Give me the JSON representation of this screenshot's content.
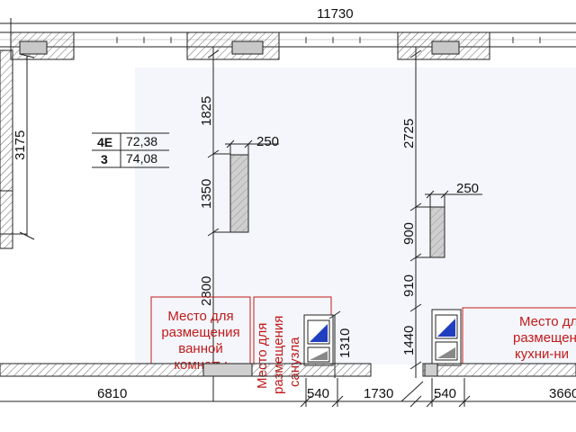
{
  "dimensions": {
    "top_total": "11730",
    "left_height": "3175",
    "col1_top": "1825",
    "col1_mid": "1350",
    "col1_bottom": "2800",
    "col2_top": "2725",
    "col2_mid": "900",
    "col2_lower": "910",
    "col2_bottom": "1440",
    "pillar1_width": "250",
    "pillar2_width": "250",
    "shaft_height": "1310",
    "bottom_left": "6810",
    "bottom_540_a": "540",
    "bottom_1730": "1730",
    "bottom_540_b": "540",
    "bottom_right": "3660"
  },
  "apartment": {
    "type_code": "4E",
    "area_1": "72,38",
    "floor": "3",
    "area_2": "74,08"
  },
  "zones": {
    "bathroom": [
      "Место для",
      "размещения",
      "ванной",
      "комнаты"
    ],
    "toilet": [
      "Место для",
      "размещения",
      "санузла"
    ],
    "kitchen": [
      "Место для",
      "размещения",
      "кухни-ни"
    ]
  },
  "colors": {
    "wall_fill": "#cfcfcf",
    "zone_border": "#c21a1a",
    "zone_text": "#c21a1a",
    "shaft_accent": "#1f3fbf",
    "hatch": "#555555"
  }
}
